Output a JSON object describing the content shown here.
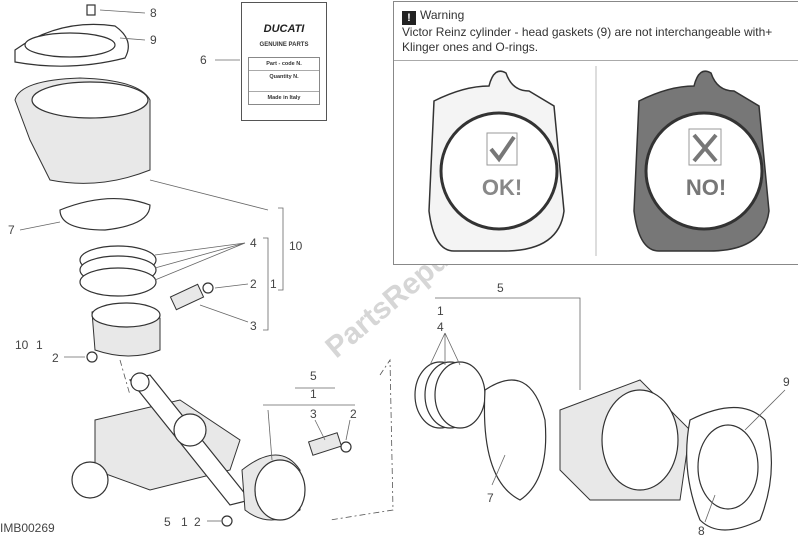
{
  "diagram_code": "IMB00269",
  "watermark": "PartsRepublik",
  "tag": {
    "brand": "DUCATI",
    "subtitle": "GENUINE PARTS",
    "rows": [
      "Part - code N.",
      "Quantity N.",
      "Made in Italy"
    ]
  },
  "warning": {
    "icon": "warning-triangle-icon",
    "title": "Warning",
    "text": "Victor Reinz cylinder - head gaskets (9) are not interchangeable with+ Klinger ones and O-rings.",
    "ok_label": "OK!",
    "no_label": "NO!"
  },
  "callouts": [
    "8",
    "9",
    "6",
    "7",
    "4",
    "10",
    "2",
    "1",
    "3",
    "10",
    "1",
    "2",
    "5",
    "1",
    "3",
    "2",
    "5",
    "1",
    "2",
    "5",
    "1",
    "4",
    "7",
    "9",
    "8"
  ]
}
